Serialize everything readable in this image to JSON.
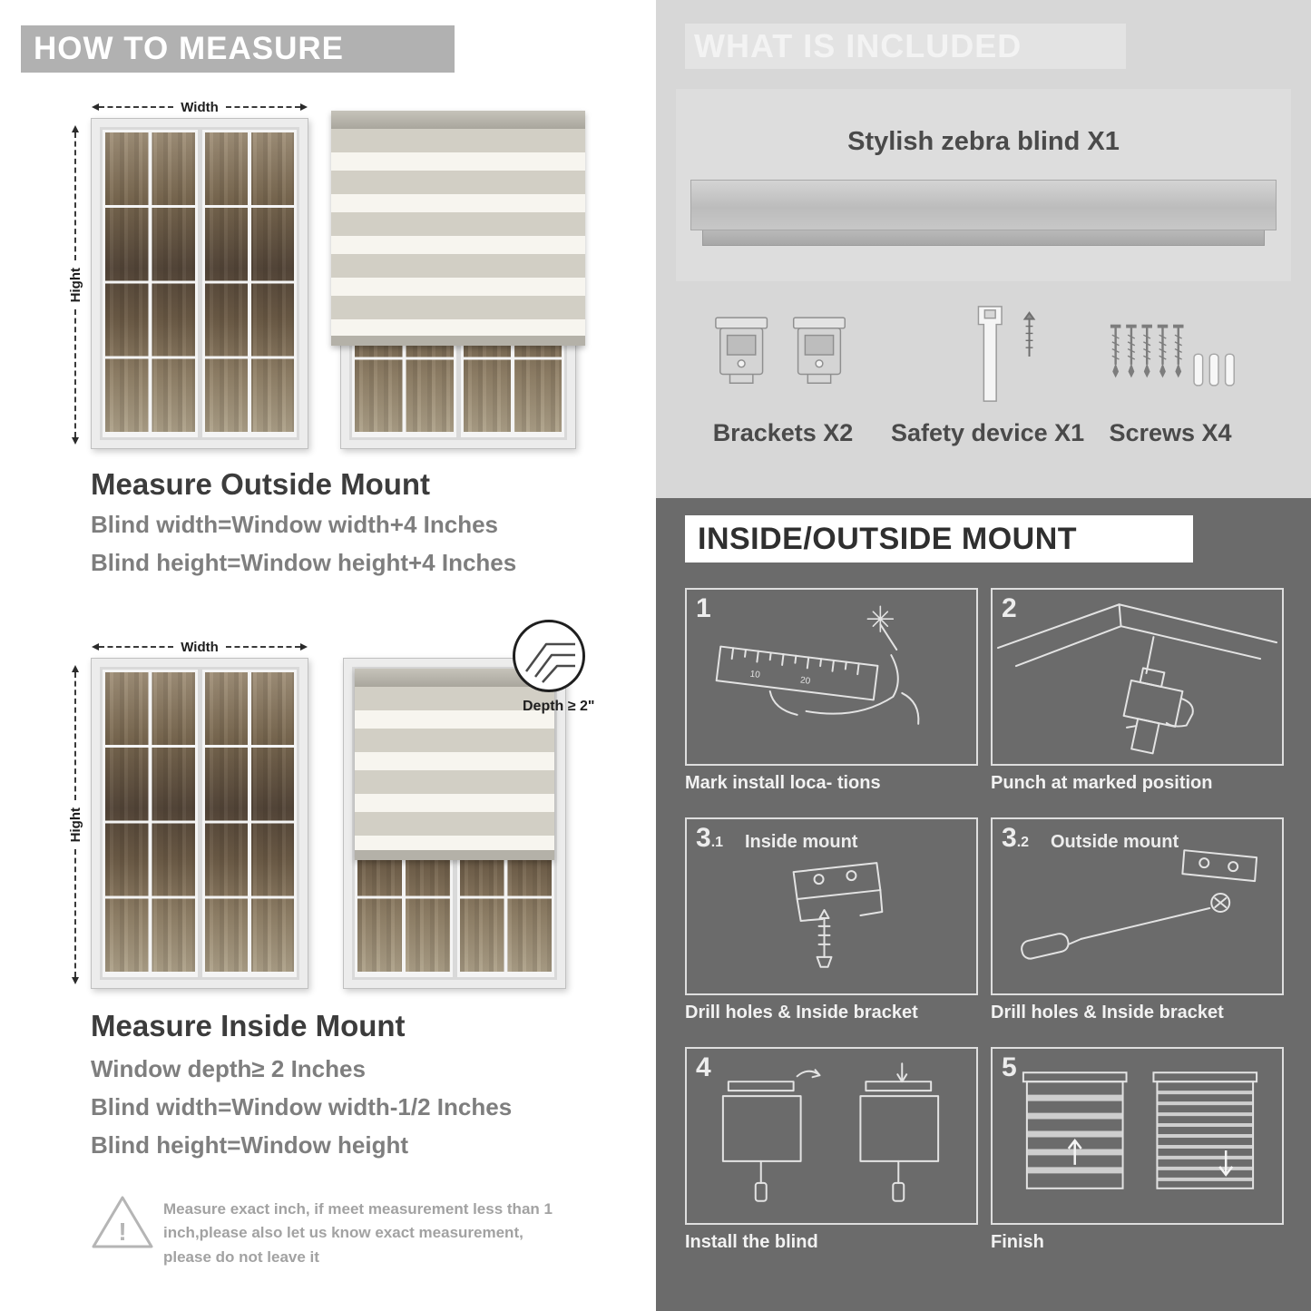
{
  "colors": {
    "left_banner": "#b1b1b1",
    "included_bg": "#d7d7d7",
    "mount_bg": "#6b6b6b",
    "heading_text": "#3c3c3c",
    "rule_text": "#7e7e7e",
    "stripe_gray": "#d2cfc5",
    "stripe_sheer": "#f7f5ef"
  },
  "icons": {
    "warning": "warning-triangle-icon",
    "depth_zoom": "depth-zoom-circle-icon",
    "measure_arrows": "dashed-measure-arrow-icon"
  },
  "left": {
    "header": "HOW TO MEASURE",
    "width_label": "Width",
    "height_label": "Hight",
    "outside": {
      "title": "Measure Outside Mount",
      "line1": "Blind width=Window width+4 Inches",
      "line2": "Blind height=Window height+4 Inches"
    },
    "inside": {
      "title": "Measure Inside Mount",
      "depth_note": "Depth ≥ 2\"",
      "line1": "Window depth≥ 2 Inches",
      "line2": "Blind width=Window width-1/2 Inches",
      "line3": "Blind height=Window height"
    },
    "warning": "Measure exact inch, if meet measurement less than 1 inch,please also let us know exact measurement, please do not leave it"
  },
  "right": {
    "included": {
      "header": "WHAT IS INCLUDED",
      "product": "Stylish zebra blind X1",
      "items": [
        {
          "label": "Brackets X2"
        },
        {
          "label": "Safety device X1"
        },
        {
          "label": "Screws X4"
        }
      ]
    },
    "mount": {
      "header": "INSIDE/OUTSIDE MOUNT",
      "steps": [
        {
          "num": "1",
          "caption": "Mark install loca- tions"
        },
        {
          "num": "2",
          "caption": "Punch at  marked position"
        },
        {
          "num": "3",
          "sub": ".1",
          "title": "Inside mount",
          "caption": "Drill holes &  Inside bracket"
        },
        {
          "num": "3",
          "sub": ".2",
          "title": "Outside mount",
          "caption": "Drill holes &  Inside bracket"
        },
        {
          "num": "4",
          "caption": "Install the blind"
        },
        {
          "num": "5",
          "caption": "Finish"
        }
      ]
    }
  }
}
